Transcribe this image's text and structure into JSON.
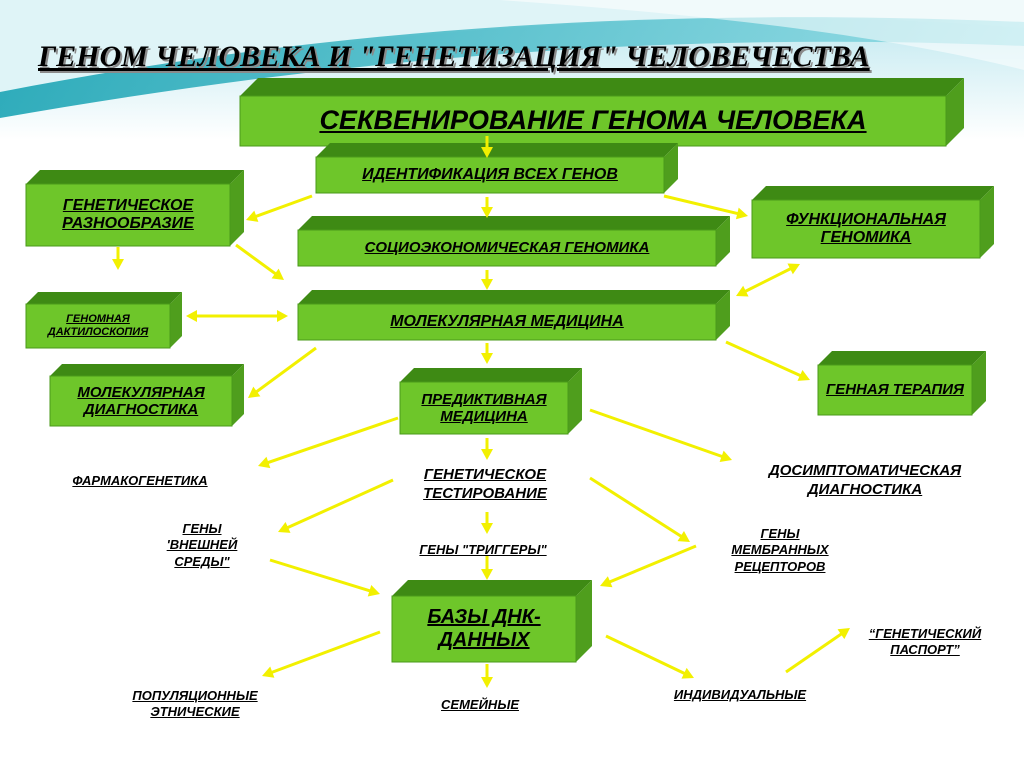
{
  "title": "ГЕНОМ ЧЕЛОВЕКА И \"ГЕНЕТИЗАЦИЯ\" ЧЕЛОВЕЧЕСТВА",
  "boxes": {
    "sequencing": "СЕКВЕНИРОВАНИЕ ГЕНОМА ЧЕЛОВЕКА",
    "identification": "ИДЕНТИФИКАЦИЯ ВСЕХ ГЕНОВ",
    "genetic_diversity": "ГЕНЕТИЧЕСКОЕ РАЗНООБРАЗИЕ",
    "functional_genomics": "ФУНКЦИОНАЛЬНАЯ ГЕНОМИКА",
    "socio_genomics": "СОЦИОЭКОНОМИЧЕСКАЯ ГЕНОМИКА",
    "fingerprinting": "ГЕНОМНАЯ ДАКТИЛОСКОПИЯ",
    "molecular_medicine": "МОЛЕКУЛЯРНАЯ МЕДИЦИНА",
    "molecular_diagnostics": "МОЛЕКУЛЯРНАЯ ДИАГНОСТИКА",
    "predictive_medicine": "ПРЕДИКТИВНАЯ МЕДИЦИНА",
    "gene_therapy": "ГЕННАЯ ТЕРАПИЯ",
    "dna_databases": "БАЗЫ ДНК-ДАННЫХ"
  },
  "texts": {
    "pharmacogenetics": "ФАРМАКОГЕНЕТИКА",
    "genetic_testing": "ГЕНЕТИЧЕСКОЕ\nТЕСТИРОВАНИЕ",
    "presymptomatic": "ДОСИМПТОМАТИЧЕСКАЯ\nДИАГНОСТИКА",
    "env_genes": "ГЕНЫ\n'ВНЕШНЕЙ\nСРЕДЫ\"",
    "trigger_genes": "ГЕНЫ \"ТРИГГЕРЫ\"",
    "membrane_genes": "ГЕНЫ\nМЕМБРАННЫХ\nРЕЦЕПТОРОВ",
    "genetic_passport": "“ГЕНЕТИЧЕСКИЙ\nПАСПОРТ”",
    "population": "ПОПУЛЯЦИОННЫЕ\nЭТНИЧЕСКИЕ",
    "family": "СЕМЕЙНЫЕ",
    "individual": "ИНДИВИДУАЛЬНЫЕ"
  },
  "colors": {
    "box_front": "#6ec62a",
    "box_top": "#3e8a14",
    "box_side": "#4f9e1d",
    "arrow": "#f2f000",
    "bg_sky": "#c9ecf2",
    "bg_teal": "#2bb5c0"
  }
}
